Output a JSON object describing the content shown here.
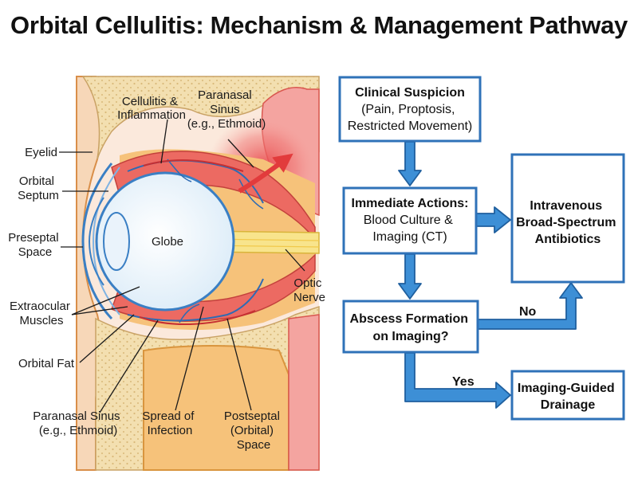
{
  "title": "Orbital Cellulitis: Mechanism & Management Pathway",
  "anatomy": {
    "labels": {
      "cellulitis": [
        "Cellulitis &",
        "Inflammation"
      ],
      "paranasal_top": [
        "Paranasal",
        "Sinus",
        "(e.g., Ethmoid)"
      ],
      "eyelid": "Eyelid",
      "orbital_septum": [
        "Orbital",
        "Septum"
      ],
      "preseptal": [
        "Preseptal",
        "Space"
      ],
      "globe": "Globe",
      "optic_nerve": [
        "Optic",
        "Nerve"
      ],
      "extraocular": [
        "Extraocular",
        "Muscles"
      ],
      "orbital_fat": "Orbital Fat",
      "paranasal_bottom": [
        "Paranasal Sinus",
        "(e.g., Ethmoid)"
      ],
      "spread": [
        "Spread of",
        "Infection"
      ],
      "postseptal": [
        "Postseptal",
        "(Orbital)",
        "Space"
      ]
    }
  },
  "flow": {
    "box1": {
      "title": "Clinical Suspicion",
      "lines": [
        "(Pain, Proptosis,",
        "Restricted Movement)"
      ]
    },
    "box2": {
      "title": "Immediate Actions:",
      "lines": [
        "Blood Culture &",
        "Imaging (CT)"
      ]
    },
    "box3": {
      "lines": [
        "Intravenous",
        "Broad-Spectrum",
        "Antibiotics"
      ]
    },
    "box4": {
      "lines": [
        "Abscess Formation",
        "on Imaging?"
      ]
    },
    "box5": {
      "lines": [
        "Imaging-Guided",
        "Drainage"
      ]
    },
    "no_label": "No",
    "yes_label": "Yes"
  },
  "colors": {
    "box_border": "#2f72b8",
    "arrow_fill": "#3d8fd6",
    "arrow_stroke": "#1f5f9e",
    "inflammation": "#e8474a",
    "bone": "#f3dfb0",
    "fat": "#f6c27a"
  }
}
